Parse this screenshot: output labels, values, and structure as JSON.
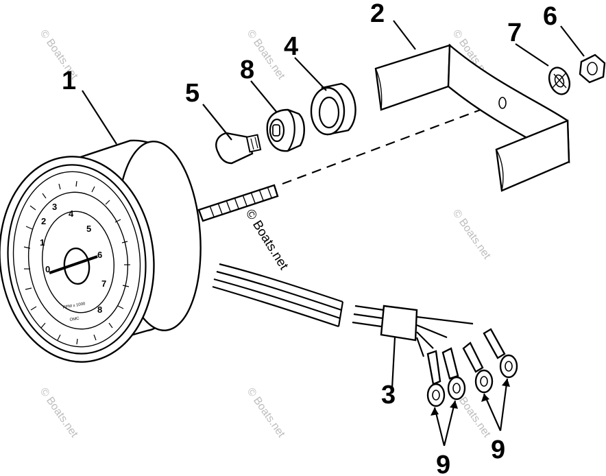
{
  "callouts": {
    "c1": "1",
    "c2": "2",
    "c3": "3",
    "c4": "4",
    "c5": "5",
    "c6": "6",
    "c7": "7",
    "c8": "8",
    "c9a": "9",
    "c9b": "9"
  },
  "watermark": {
    "main": "© Boats.net",
    "faint": "© Boats.net"
  },
  "dial": {
    "numbers": [
      "0",
      "1",
      "2",
      "3",
      "4",
      "5",
      "6",
      "7",
      "8"
    ],
    "brand": "OMC",
    "units": "RPM x 1000"
  },
  "colors": {
    "line": "#000000",
    "watermark": "#bdbdbd",
    "background": "#ffffff"
  }
}
